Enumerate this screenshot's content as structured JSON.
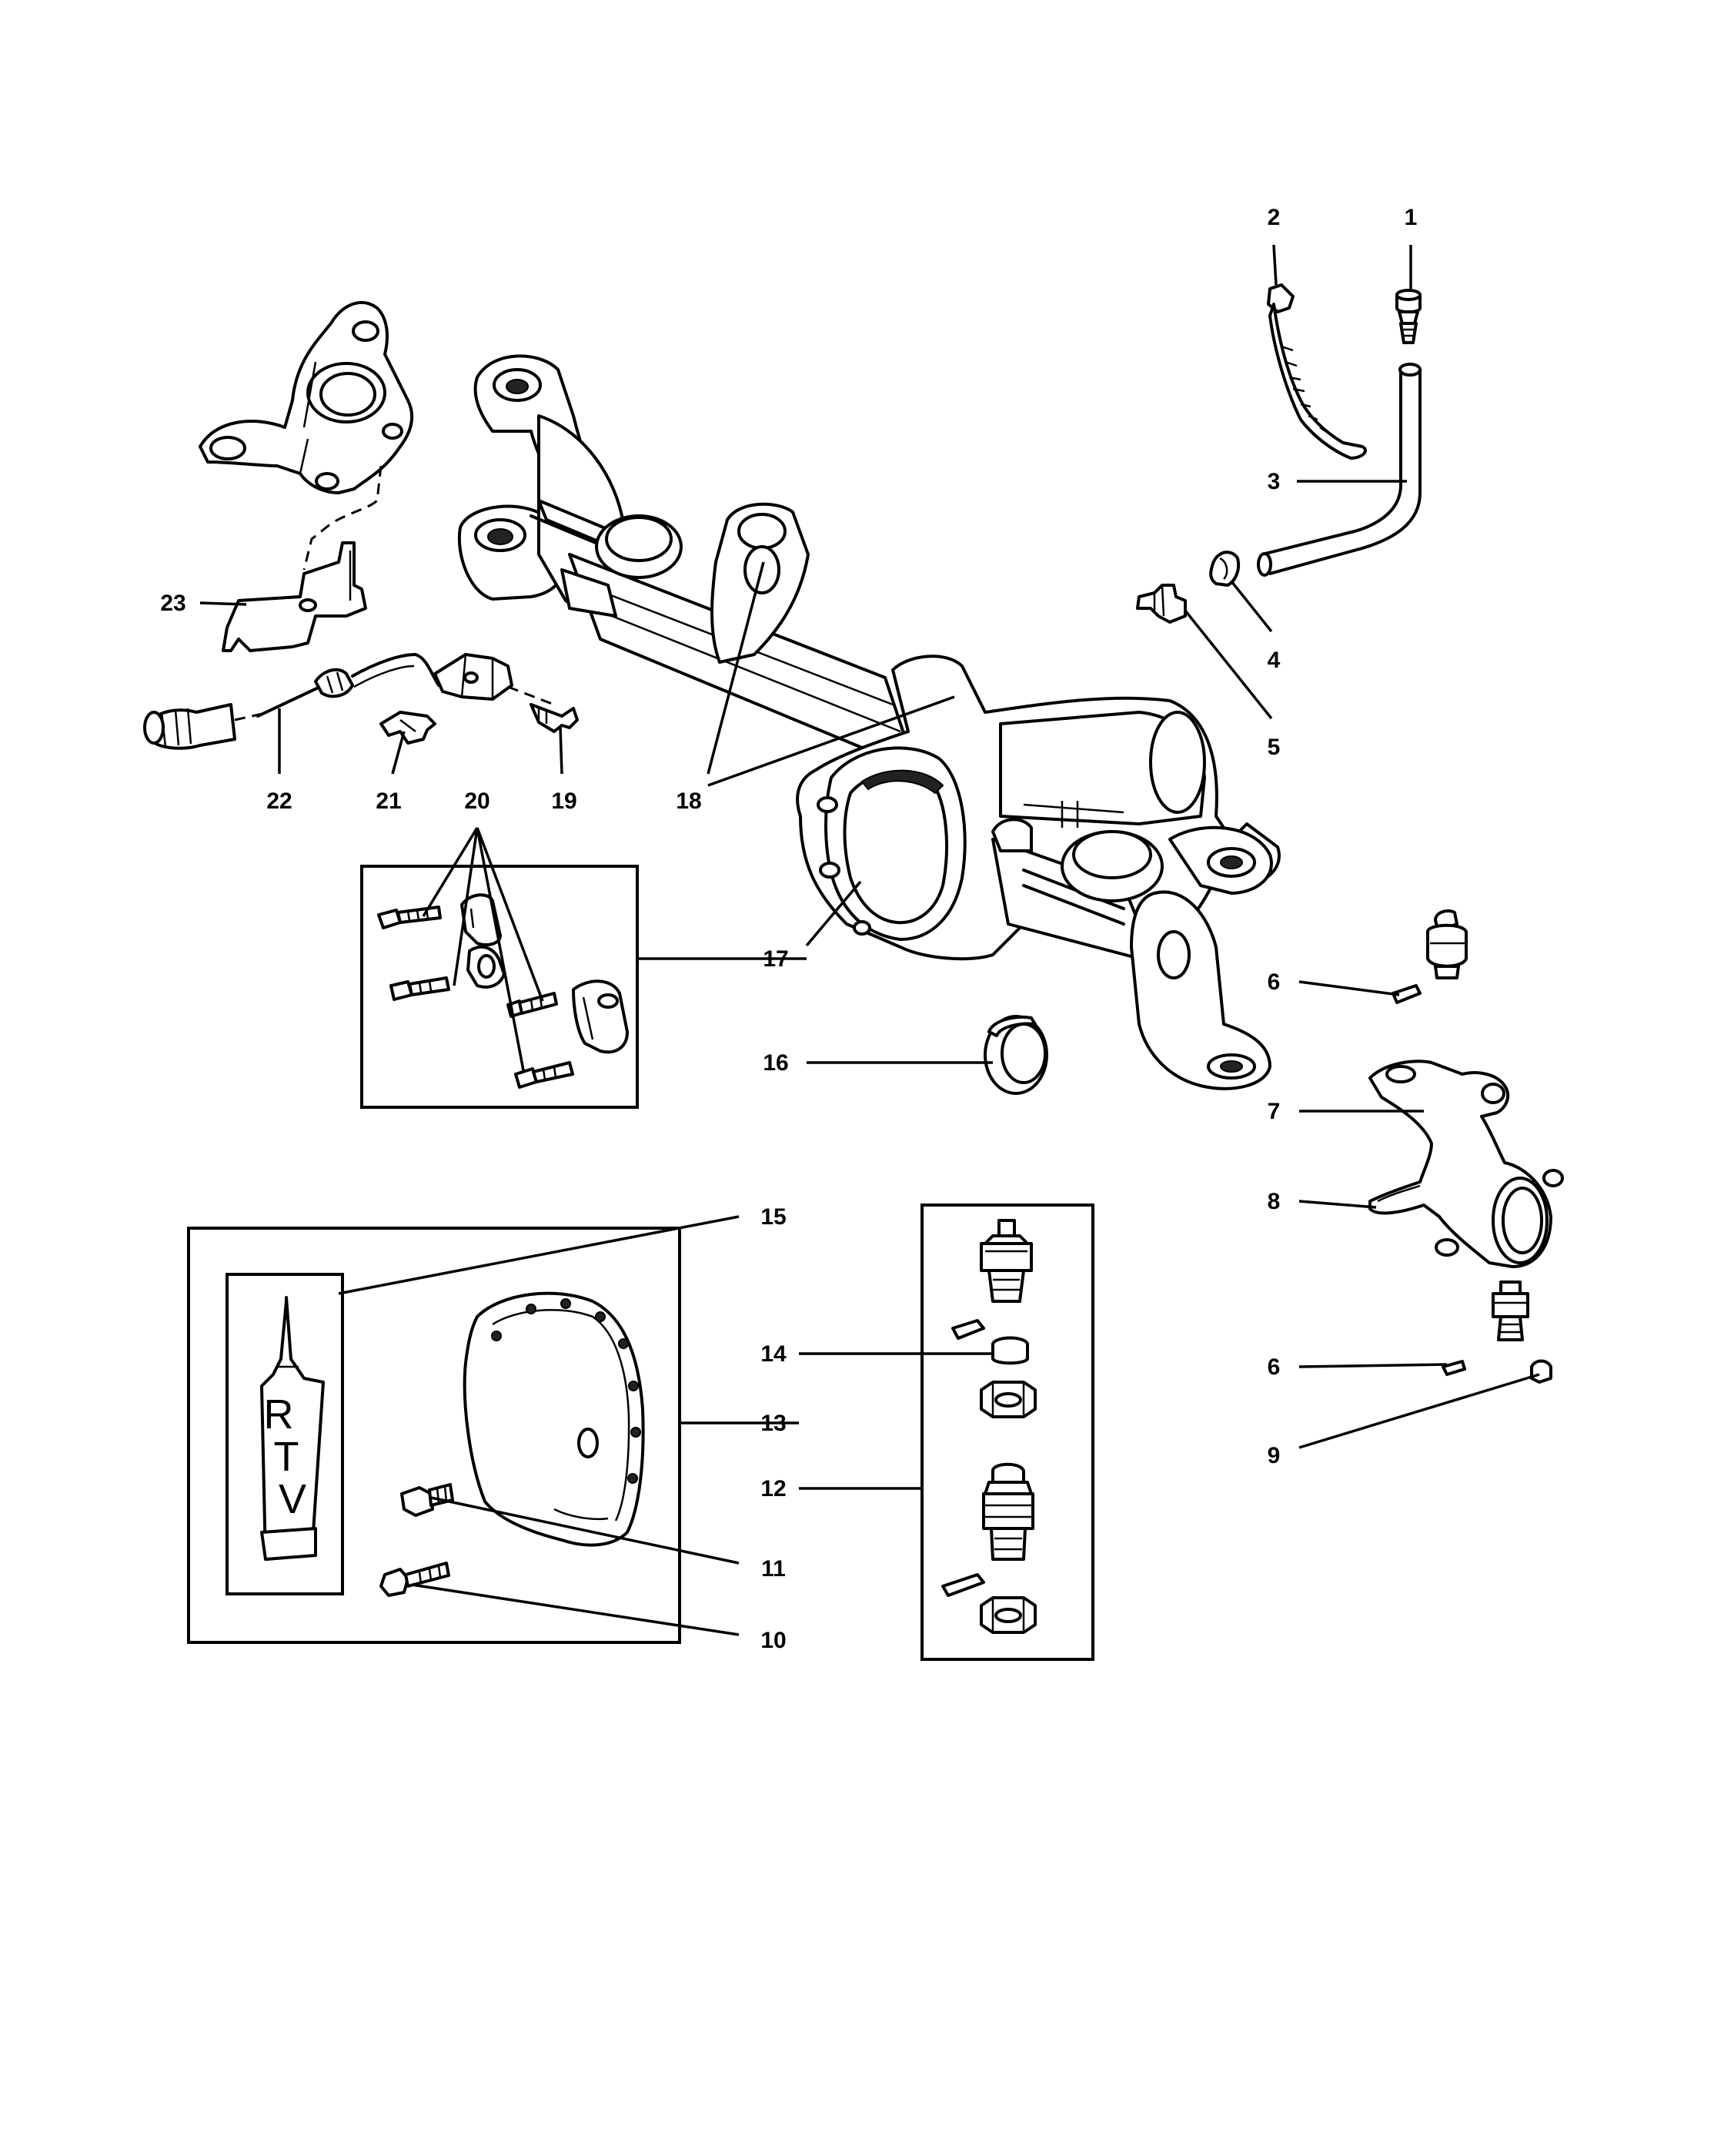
{
  "callouts": {
    "c1": "1",
    "c2": "2",
    "c3": "3",
    "c4": "4",
    "c5": "5",
    "c6a": "6",
    "c6b": "6",
    "c7": "7",
    "c8": "8",
    "c9": "9",
    "c10": "10",
    "c11": "11",
    "c12": "12",
    "c13": "13",
    "c14": "14",
    "c15": "15",
    "c16": "16",
    "c17": "17",
    "c18": "18",
    "c19": "19",
    "c20": "20",
    "c21": "21",
    "c22": "22",
    "c23": "23"
  },
  "rtv_tube": {
    "letter_r": "R",
    "letter_t": "T",
    "letter_v": "V"
  },
  "colors": {
    "ink": "#000000",
    "paper": "#ffffff"
  }
}
